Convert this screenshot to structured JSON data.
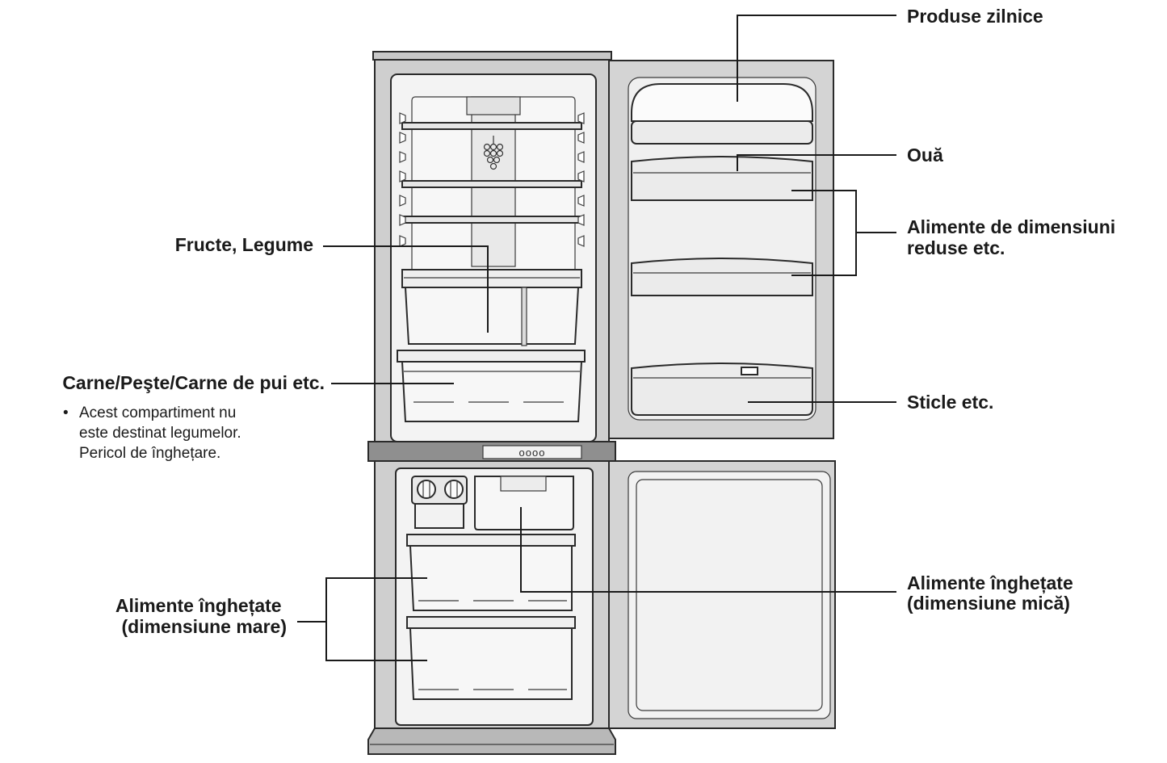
{
  "labels": {
    "dairy": "Produse zilnice",
    "eggs": "Ouă",
    "small_food_line1": "Alimente de dimensiuni",
    "small_food_line2": "reduse etc.",
    "bottles": "Sticle etc.",
    "fruits_veg": "Fructe, Legume",
    "meat": "Carne/Peşte/Carne de pui etc.",
    "frozen_large_line1": "Alimente înghețate",
    "frozen_large_line2": "(dimensiune mare)",
    "frozen_small_line1": "Alimente înghețate",
    "frozen_small_line2": "(dimensiune mică)"
  },
  "note": {
    "line1": "Acest compartiment nu",
    "line2": "este destinat legumelor.",
    "line3": "Pericol de înghețare."
  },
  "control_panel": {
    "indicator": "oooo"
  },
  "colors": {
    "body_fill": "#cfcfcf",
    "interior_fill": "#f3f3f3",
    "door_fill": "#d4d4d4",
    "outline": "#2a2a2a"
  }
}
